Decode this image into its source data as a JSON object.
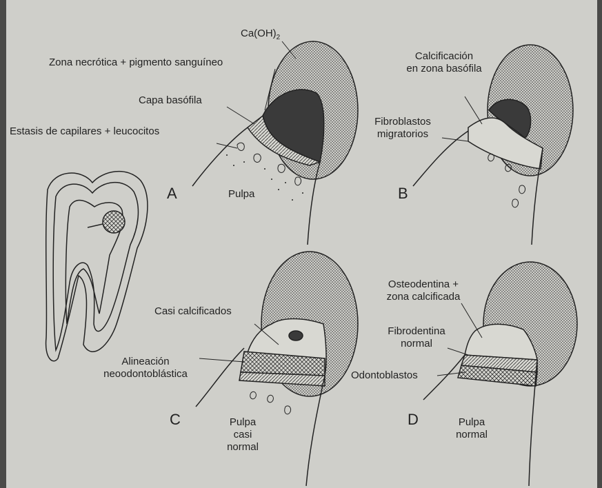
{
  "panels": {
    "a": {
      "letter": "A",
      "labels": {
        "caoh": "Ca(OH)",
        "caoh_sub": "2",
        "necrotic": "Zona necrótica + pigmento sanguíneo",
        "basophil": "Capa basófila",
        "stasis": "Estasis de capilares + leucocitos",
        "pulp": "Pulpa"
      }
    },
    "b": {
      "letter": "B",
      "labels": {
        "calc_line1": "Calcificación",
        "calc_line2": "en zona basófila",
        "fibro_line1": "Fibroblastos",
        "fibro_line2": "migratorios"
      }
    },
    "c": {
      "letter": "C",
      "labels": {
        "almost_calc": "Casi calcificados",
        "align_line1": "Alineación",
        "align_line2": "neoodontoblástica",
        "pulp_line1": "Pulpa",
        "pulp_line2": "casi",
        "pulp_line3": "normal"
      }
    },
    "d": {
      "letter": "D",
      "labels": {
        "osteo_line1": "Osteodentina +",
        "osteo_line2": "zona calcificada",
        "fibro_line1": "Fibrodentina",
        "fibro_line2": "normal",
        "odonto": "Odontoblastos",
        "pulp_line1": "Pulpa",
        "pulp_line2": "normal"
      }
    }
  },
  "colors": {
    "background": "#4a4a48",
    "paper": "#cfcfca",
    "ink": "#222222",
    "necrotic": "#3a3a3a"
  }
}
